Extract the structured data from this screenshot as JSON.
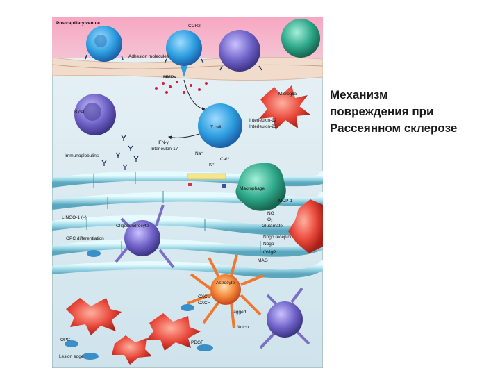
{
  "title": {
    "lines": [
      "Механизм",
      "повреждения при",
      "Рассеянном склерозе"
    ]
  },
  "figure": {
    "labels": {
      "postcapillary_venule": "Postcapillary venule",
      "ccr2": "CCR2",
      "adhesion_molecules": "Adhesion molecules",
      "mmps": "MMPs",
      "microglia": "Microglia",
      "b_cell": "B cell",
      "t_cell": "T cell",
      "il12": "Interleukin-12",
      "il23": "Interleukin-23",
      "ifn_gamma": "IFN-γ",
      "il17": "Interleukin-17",
      "immunoglobulins": "Immunoglobulins",
      "na": "Na⁺",
      "ca": "Ca²⁺",
      "k": "K⁺",
      "macrophage": "Macrophage",
      "mcp1": "MCP-1",
      "lingo1": "LINGO-1 (–)",
      "oligodendrocyte": "Oligodendrocyte",
      "opc_differentiation": "OPC differentiation",
      "no": "NO",
      "o2": "O₂",
      "glutamate": "Glutamate",
      "nogo_receptor": "Nogo receptor",
      "nogo": "Nogo",
      "omgp": "OMgP",
      "mag": "MAG",
      "astrocyte": "Astrocyte",
      "cxcl": "CXCL",
      "cxcr": "CXCR",
      "jagged": "Jagged",
      "notch": "Notch",
      "opc": "OPC",
      "pdgf": "PDGF",
      "lesion_edge": "Lesion edge"
    }
  }
}
